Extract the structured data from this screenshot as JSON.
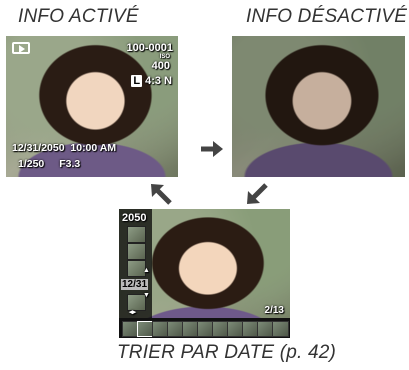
{
  "captions": {
    "info_on": "INFO ACTIVÉ",
    "info_off": "INFO DÉSACTIVÉ",
    "sort_by_date": "TRIER PAR DATE (p. 42)"
  },
  "info_screen": {
    "mode_icon": "playback-icon",
    "frame_number": "100-0001",
    "iso_label": "ISO",
    "iso_value": "400",
    "image_size": "L",
    "aspect_quality": "4:3 N",
    "date_time": "12/31/2050  10:00 AM",
    "shutter": "1/250",
    "aperture": "F3.3"
  },
  "sort_screen": {
    "year": "2050",
    "date": "12/31",
    "nav_hint": "◂▸",
    "counter": "2/13",
    "side_thumb_count": 4,
    "strip_thumb_count": 11
  },
  "arrows": [
    "arrow-right",
    "arrow-down-left",
    "arrow-up-left"
  ],
  "colors": {
    "osd_text": "#ffffff",
    "arrow": "#444444",
    "caption": "#333333",
    "sidebar_bg": "#111111"
  }
}
